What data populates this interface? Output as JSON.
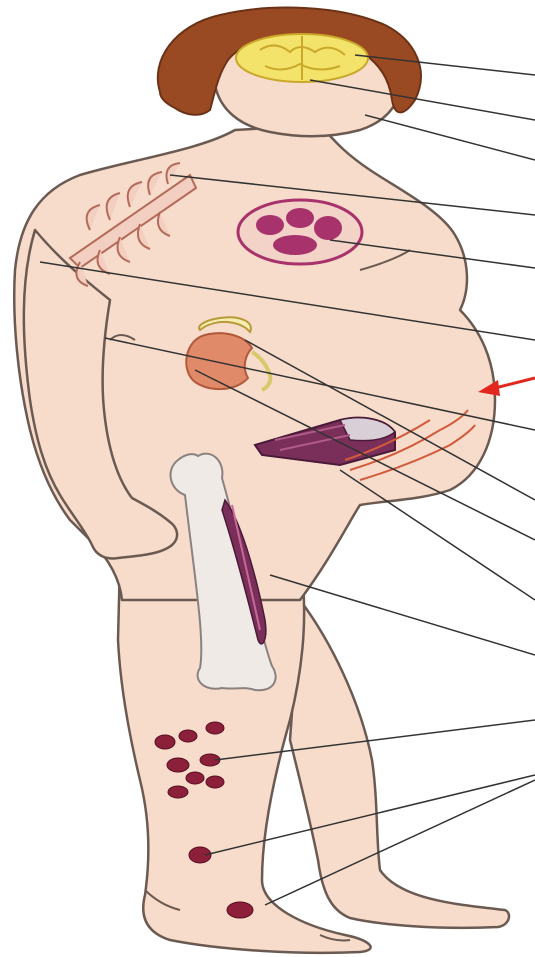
{
  "figure": {
    "palette": {
      "skin": "#f7dccb",
      "outline": "#6b5a52",
      "hair": "#9a4a22",
      "brain": "#f4e36a",
      "heart": "#a8326c",
      "kidney": "#e08a6a",
      "adrenal": "#f6edb0",
      "muscle": "#7a2f5a",
      "bone": "#efeae6",
      "lesion": "#8c1f3a",
      "vessel": "#d35a3a",
      "arrow": "#e0281e",
      "leader": "#333333"
    },
    "icons": [
      "hair",
      "brain",
      "ribs",
      "heart",
      "kidney-adrenal",
      "muscle",
      "femur-bone",
      "skin-lesions",
      "arrow"
    ]
  }
}
